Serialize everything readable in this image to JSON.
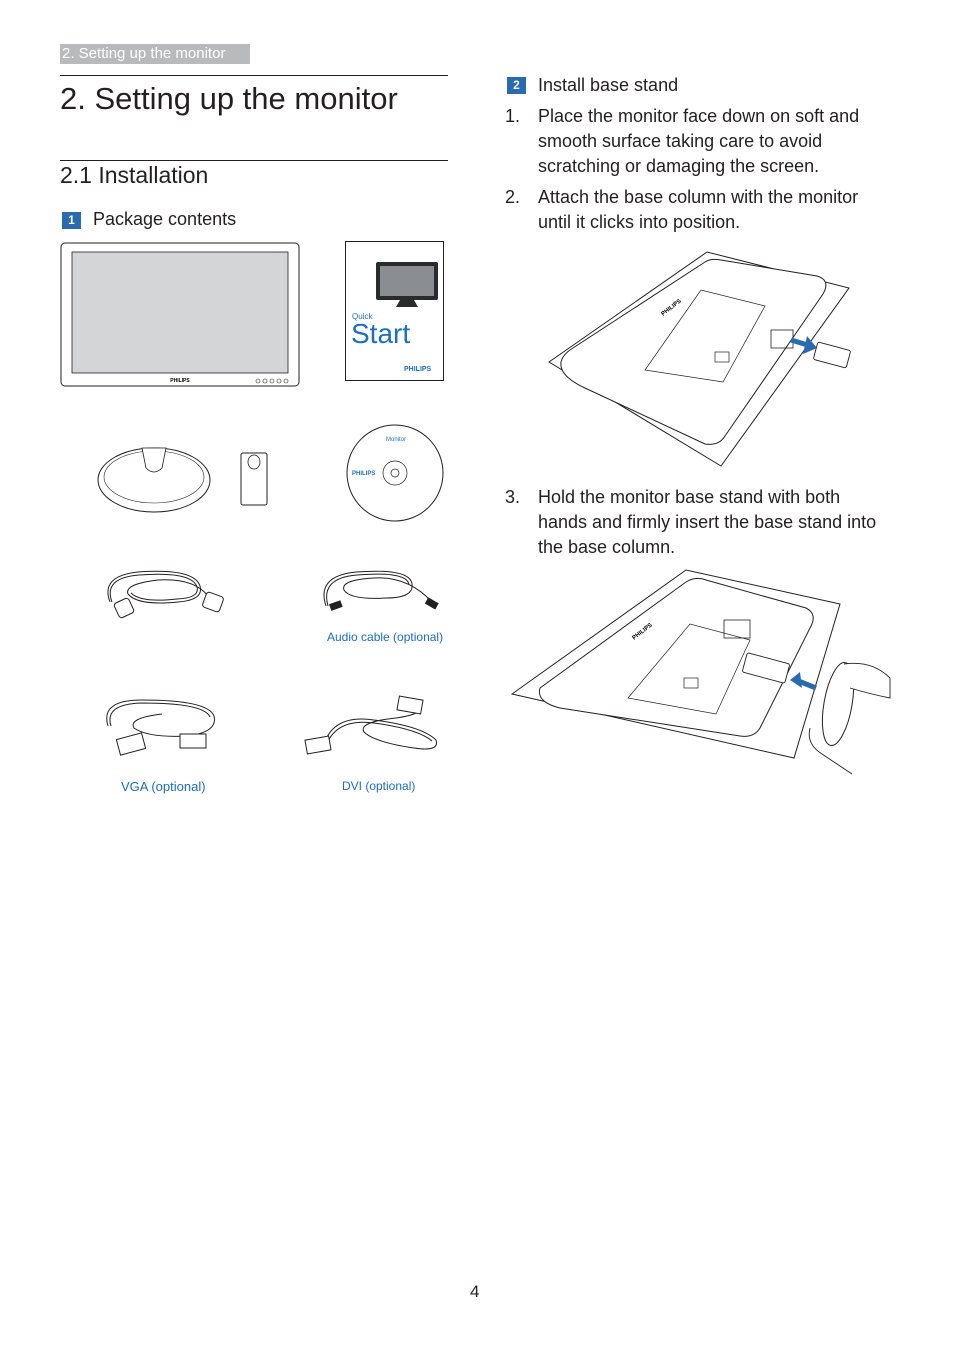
{
  "header": {
    "running_head": "2. Setting up the monitor"
  },
  "titles": {
    "chapter": "2. Setting up the monitor",
    "section": "2.1 Installation"
  },
  "package_contents": {
    "badge": "1",
    "title": "Package contents",
    "quick_start": {
      "small_label": "Quick",
      "large_label": "Start",
      "brand": "PHILIPS"
    },
    "monitor_brand": "PHILIPS",
    "cd": {
      "brand": "PHILIPS",
      "label": "Monitor"
    },
    "captions": {
      "audio": "Audio cable (optional)",
      "vga": "VGA (optional)",
      "dvi": "DVI (optional)"
    }
  },
  "install_base": {
    "badge": "2",
    "title": "Install base stand",
    "steps": [
      {
        "num": "1.",
        "text": "Place the monitor face down on soft and smooth surface taking care to avoid scratching or damaging the screen."
      },
      {
        "num": "2.",
        "text": "Attach the base column with the monitor until it clicks into position."
      },
      {
        "num": "3.",
        "text": "Hold the monitor base stand with both hands and firmly insert the base stand into the base column."
      }
    ],
    "brand": "PHILIPS"
  },
  "footer": {
    "page_number": "4"
  },
  "colors": {
    "accent": "#2a6bb0",
    "caption": "#1b6ec2",
    "header_bar": "#b9babc"
  }
}
